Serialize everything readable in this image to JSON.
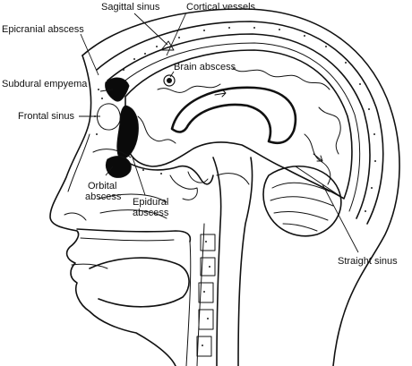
{
  "labels": {
    "sagittal_sinus": "Sagittal sinus",
    "cortical_vessels": "Cortical vessels",
    "epicranial_abscess": "Epicranial abscess",
    "brain_abscess": "Brain abscess",
    "subdural_empyema": "Subdural empyema",
    "frontal_sinus": "Frontal sinus",
    "orbital_abscess_line1": "Orbital",
    "orbital_abscess_line2": "abscess",
    "epidural_abscess_line1": "Epidural",
    "epidural_abscess_line2": "abscess",
    "straight_sinus": "Straight sinus"
  },
  "colors": {
    "ink": "#111111",
    "pus": "#0a0a0a",
    "background": "#ffffff"
  }
}
